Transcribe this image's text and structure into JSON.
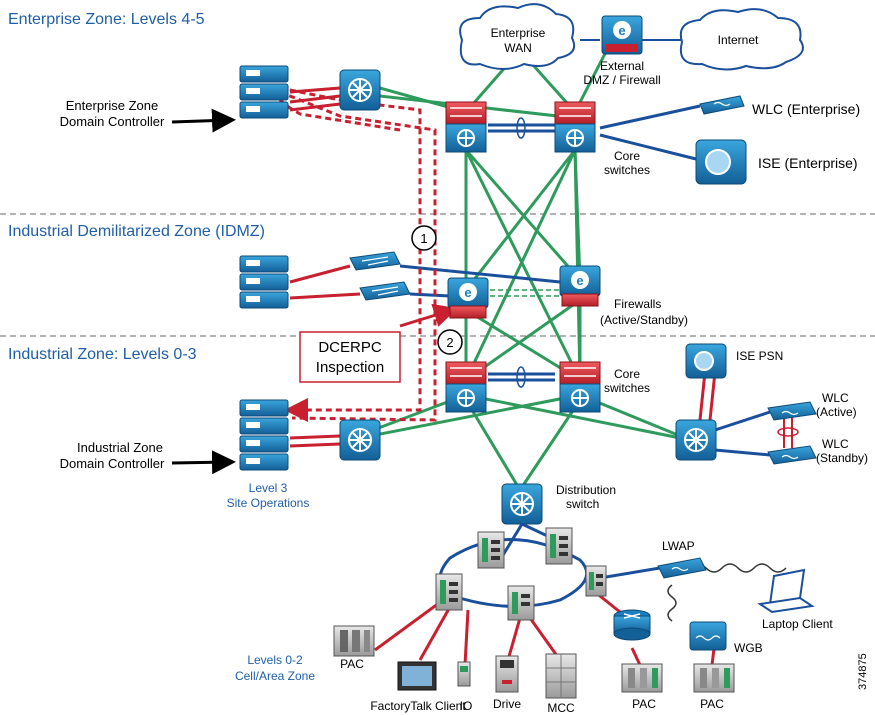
{
  "zones": {
    "enterprise": "Enterprise Zone: Levels 4-5",
    "idmz": "Industrial Demilitarized Zone (IDMZ)",
    "industrial": "Industrial Zone: Levels 0-3"
  },
  "labels": {
    "enterprise_wan_1": "Enterprise",
    "enterprise_wan_2": "WAN",
    "internet": "Internet",
    "external_dmz_1": "External",
    "external_dmz_2": "DMZ / Firewall",
    "ent_dc_1": "Enterprise Zone",
    "ent_dc_2": "Domain Controller",
    "wlc_enterprise": "WLC (Enterprise)",
    "ise_enterprise": "ISE (Enterprise)",
    "core_switches_ent_1": "Core",
    "core_switches_ent_2": "switches",
    "firewalls_1": "Firewalls",
    "firewalls_2": "(Active/Standby)",
    "dcerpc_1": "DCERPC",
    "dcerpc_2": "Inspection",
    "marker_1": "1",
    "marker_2": "2",
    "core_switches_ind_1": "Core",
    "core_switches_ind_2": "switches",
    "ise_psn": "ISE PSN",
    "wlc_active_1": "WLC",
    "wlc_active_2": "(Active)",
    "wlc_standby_1": "WLC",
    "wlc_standby_2": "(Standby)",
    "ind_dc_1": "Industrial Zone",
    "ind_dc_2": "Domain Controller",
    "level3_1": "Level 3",
    "level3_2": "Site Operations",
    "distribution_1": "Distribution",
    "distribution_2": "switch",
    "lwap": "LWAP",
    "laptop_client": "Laptop Client",
    "wgb": "WGB",
    "levels02_1": "Levels 0-2",
    "levels02_2": "Cell/Area Zone",
    "pac_left": "PAC",
    "factorytalk_client": "FactoryTalk Client",
    "io": "IO",
    "drive": "Drive",
    "mcc": "MCC",
    "pac_mid": "PAC",
    "pac_right": "PAC",
    "figure_id": "374875"
  },
  "colors": {
    "zone_text": "#1f5ea8",
    "green_link": "#2e9a5c",
    "blue_link": "#1a4f9c",
    "red_link": "#c8202f",
    "firewall_red": "#d9373f",
    "switch_blue": "#1d7fbf"
  }
}
